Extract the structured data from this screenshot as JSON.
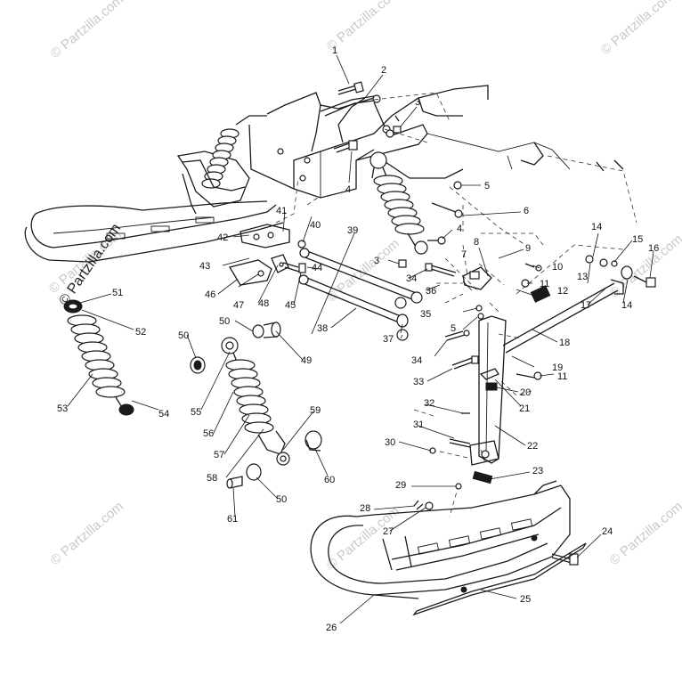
{
  "watermark": "© Partzilla.com",
  "callouts": [
    "1",
    "2",
    "3",
    "4",
    "5",
    "6",
    "7",
    "8",
    "9",
    "10",
    "11",
    "12",
    "13",
    "14",
    "15",
    "16",
    "17",
    "18",
    "19",
    "20",
    "21",
    "22",
    "23",
    "24",
    "25",
    "26",
    "27",
    "28",
    "29",
    "30",
    "31",
    "32",
    "33",
    "34",
    "35",
    "36",
    "37",
    "38",
    "39",
    "40",
    "41",
    "42",
    "43",
    "44",
    "45",
    "46",
    "47",
    "48",
    "49",
    "50",
    "51",
    "52",
    "53",
    "54",
    "55",
    "56",
    "57",
    "58",
    "59",
    "60",
    "61"
  ],
  "colors": {
    "line": "#1a1a1a",
    "watermark": "#c9c9c9",
    "background": "#ffffff"
  }
}
